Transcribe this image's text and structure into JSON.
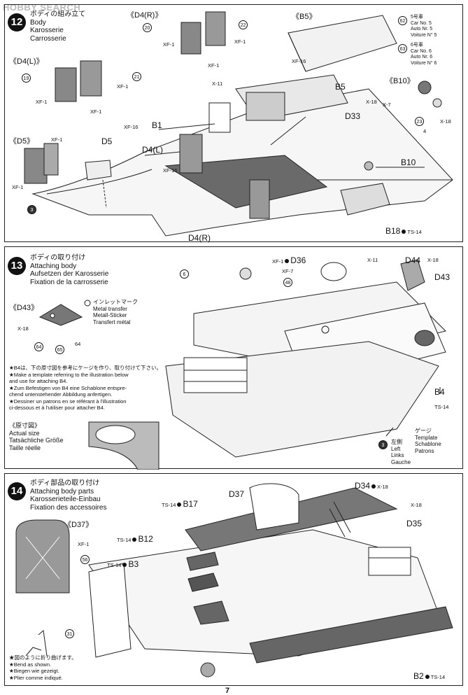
{
  "watermark": "HOBBY SEARCH",
  "page_number": "7",
  "steps": [
    {
      "number": "12",
      "title_jp": "ボディの組み立て",
      "title_en": "Body",
      "title_de": "Karosserie",
      "title_fr": "Carrosserie",
      "labels": {
        "d4r_header": "《D4(R)》",
        "d4l_header": "《D4(L)》",
        "d5_header": "《D5》",
        "b5_header": "《B5》",
        "b10_header": "《B10》",
        "b5": "B5",
        "b1": "B1",
        "d5": "D5",
        "d4l": "D4(L)",
        "d33": "D33",
        "b10": "B10",
        "d4r": "D4(R)",
        "b18": "B18",
        "xf1": "XF-1",
        "xf16": "XF-16",
        "x11": "X-11",
        "x18": "X-18",
        "x7": "X-7",
        "ts14": "TS-14",
        "n20": "20",
        "n22": "22",
        "n19": "19",
        "n21": "21",
        "n3": "3",
        "n23": "23",
        "n4": "4",
        "n62": "62",
        "n63": "63"
      },
      "car5": [
        "5号車",
        "Car No. 5",
        "Auto Nr. 5",
        "Voiture N° 5"
      ],
      "car6": [
        "6号車",
        "Car No. 6",
        "Auto Nr. 6",
        "Voiture N° 6"
      ]
    },
    {
      "number": "13",
      "title_jp": "ボディの取り付け",
      "title_en": "Attaching body",
      "title_de": "Aufsetzen der Karosserie",
      "title_fr": "Fixation de la carrosserie",
      "labels": {
        "d43_header": "《D43》",
        "d36": "D36",
        "d44": "D44",
        "d43": "D43",
        "b4": "B4",
        "xf1": "XF-1",
        "xf7": "XF-7",
        "x11": "X-11",
        "x18": "X-18",
        "ts14": "TS-14",
        "n6": "6",
        "n48": "48",
        "n64a": "64",
        "n64b": "64",
        "n65": "65",
        "n3": "3"
      },
      "metal_transfer": [
        "インレットマーク",
        "Metal transfer",
        "Metall-Sticker",
        "Transfert métal"
      ],
      "notes": [
        "★B4は、下の原寸図を参考にケージを作り、取り付けて下さい。",
        "★Make a template referring to the illustration below",
        "and use for attaching B4.",
        "★Zum Befestigen von B4 eine Schablone entspre-",
        "chend untenstehender Abbildung anfertigen.",
        "★Dessiner un patrons en se référant à l'illustration",
        "ci-dessous et à l'utiliser pour attacher B4."
      ],
      "actual_size": [
        "《原寸図》",
        "Actual size",
        "Tatsächliche Größe",
        "Taille réelle"
      ],
      "template": [
        "ゲージ",
        "Template",
        "Schablone",
        "Patrons"
      ],
      "left": [
        "左側",
        "Left",
        "Links",
        "Gauche"
      ]
    },
    {
      "number": "14",
      "title_jp": "ボディ部品の取り付け",
      "title_en": "Attaching body parts",
      "title_de": "Karosserieteile-Einbau",
      "title_fr": "Fixation des accessoires",
      "labels": {
        "d37_header": "《D37》",
        "d37": "D37",
        "d34": "D34",
        "d35": "D35",
        "b17": "B17",
        "b12": "B12",
        "b3": "B3",
        "b2": "B2",
        "xf1": "XF-1",
        "x18a": "X-18",
        "x18b": "X-18",
        "ts14": "TS-14",
        "n56": "56",
        "n31": "31"
      },
      "bend": [
        "★図のように折り曲げます。",
        "★Bend as shown.",
        "★Biegen wie gezeigt.",
        "★Plier comme indiqué."
      ]
    }
  ]
}
